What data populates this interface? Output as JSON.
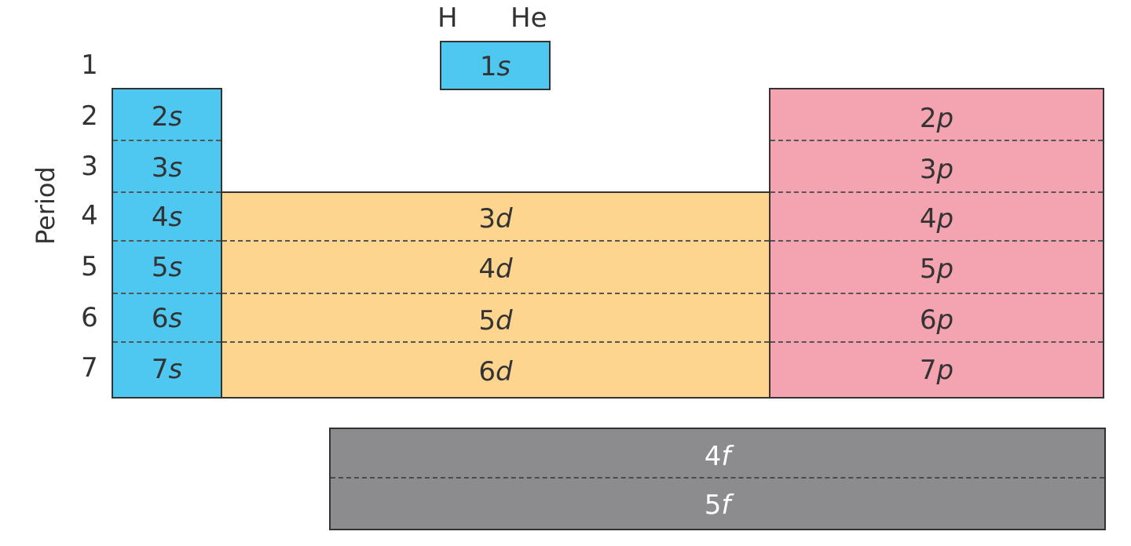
{
  "axis_title": "Period",
  "periods": [
    "1",
    "2",
    "3",
    "4",
    "5",
    "6",
    "7"
  ],
  "top_elements": {
    "left": "H",
    "right": "He"
  },
  "blocks": {
    "s_top": [
      "1"
    ],
    "s": [
      "2",
      "3",
      "4",
      "5",
      "6",
      "7"
    ],
    "d": [
      "3",
      "4",
      "5",
      "6"
    ],
    "p": [
      "2",
      "3",
      "4",
      "5",
      "6",
      "7"
    ],
    "f": [
      "4",
      "5"
    ]
  },
  "letters": {
    "s": "s",
    "p": "p",
    "d": "d",
    "f": "f"
  },
  "colors": {
    "s": "#4ec7f1",
    "d": "#fdd58e",
    "p": "#f4a3b1",
    "f": "#8c8c8e"
  }
}
